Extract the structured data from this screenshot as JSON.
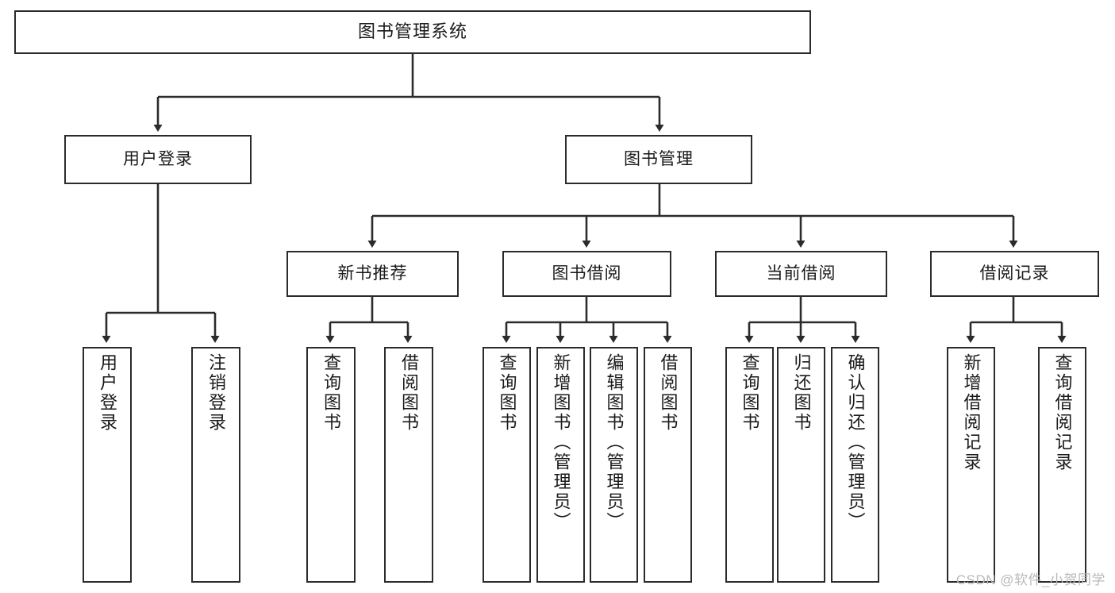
{
  "diagram": {
    "type": "tree-hierarchy",
    "title": "图书管理系统",
    "root": {
      "label": "图书管理系统"
    },
    "level2": [
      {
        "label": "用户登录"
      },
      {
        "label": "图书管理"
      }
    ],
    "level3": [
      {
        "label": "新书推荐"
      },
      {
        "label": "图书借阅"
      },
      {
        "label": "当前借阅"
      },
      {
        "label": "借阅记录"
      }
    ],
    "leaves": [
      {
        "label": "用户登录"
      },
      {
        "label": "注销登录"
      },
      {
        "label": "查询图书"
      },
      {
        "label": "借阅图书"
      },
      {
        "label": "查询图书"
      },
      {
        "label": "新增图书（管理员）"
      },
      {
        "label": "编辑图书（管理员）"
      },
      {
        "label": "借阅图书"
      },
      {
        "label": "查询图书"
      },
      {
        "label": "归还图书"
      },
      {
        "label": "确认归还（管理员）"
      },
      {
        "label": "新增借阅记录"
      },
      {
        "label": "查询借阅记录"
      }
    ]
  },
  "watermark": {
    "text": "CSDN @软件_小贺同学"
  },
  "colors": {
    "stroke": "#2b2b2b",
    "fill": "#ffffff",
    "text": "#1a1a1a",
    "watermark": "#b9b9b9"
  }
}
